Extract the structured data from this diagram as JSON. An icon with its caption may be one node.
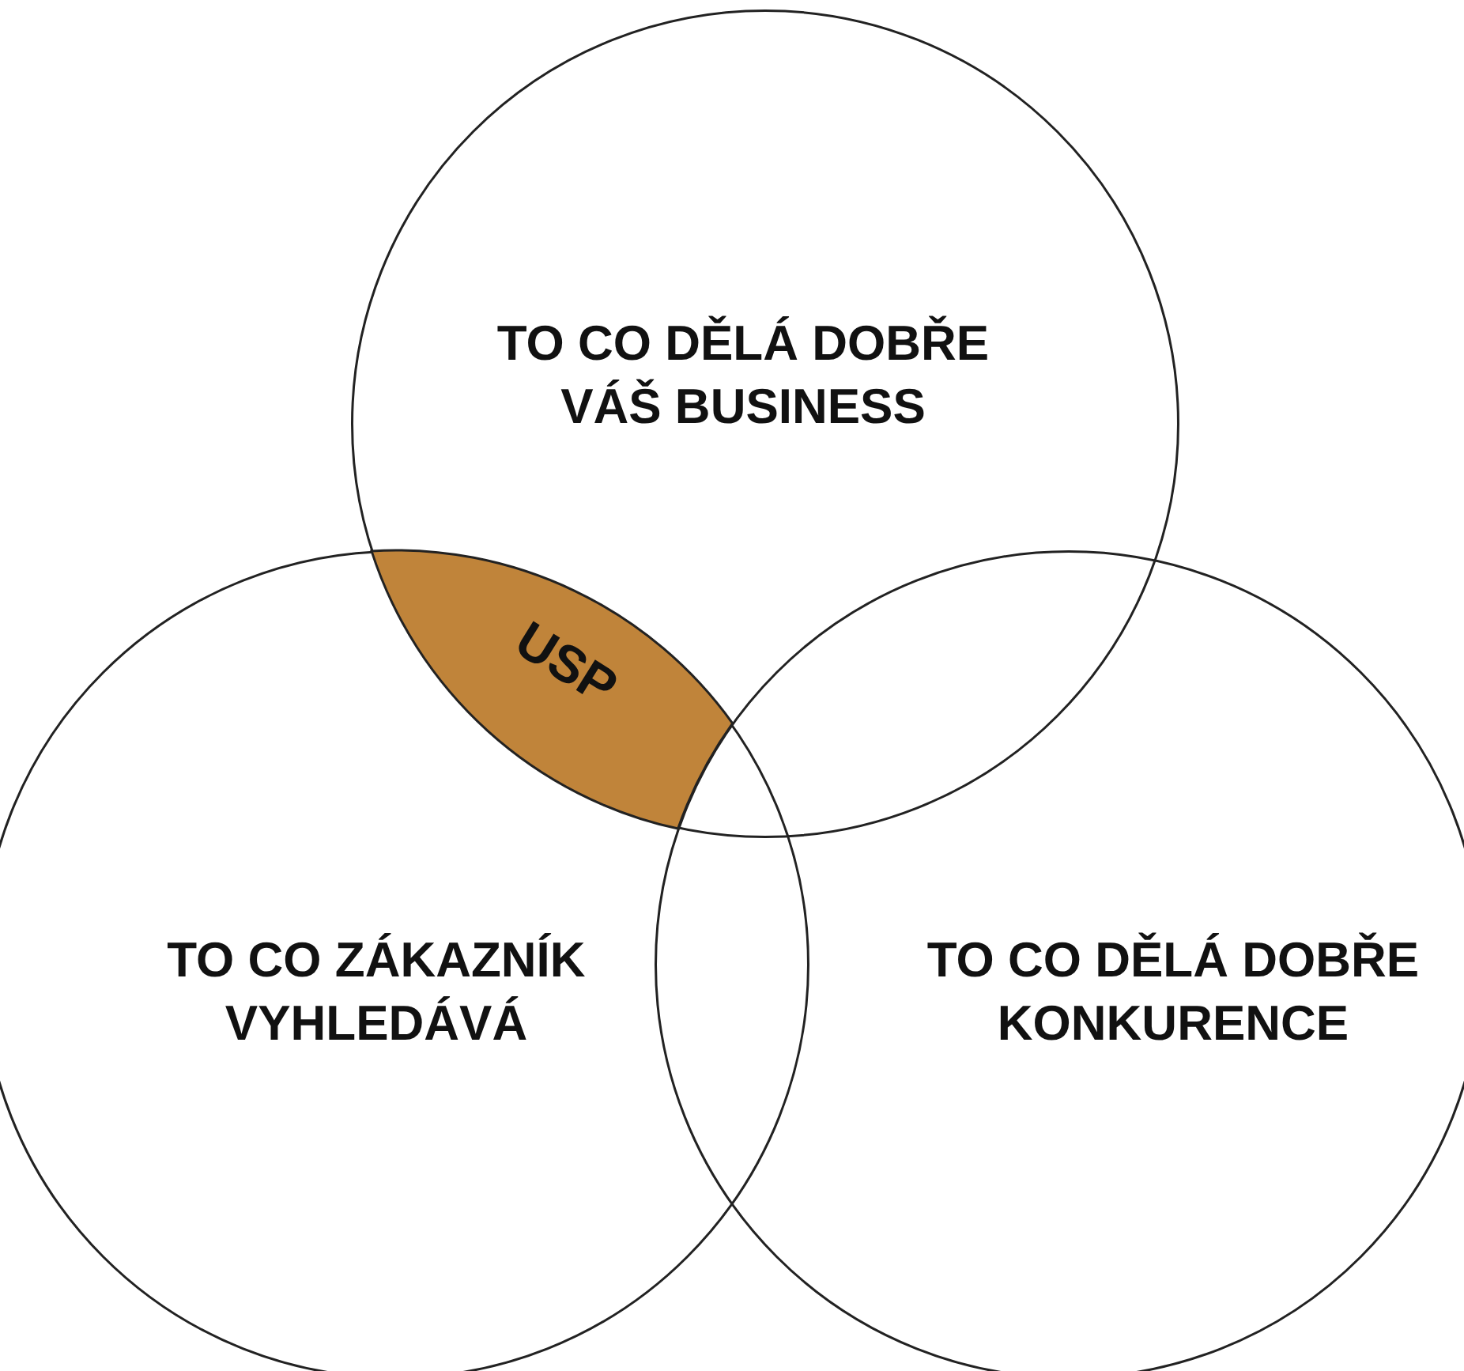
{
  "diagram": {
    "nodes": [
      {
        "text": [
          "TO CO DĚLÁ DOBŘE VÁŠ BUSINESS"
        ]
      },
      {
        "text": [
          "USP"
        ]
      },
      {
        "text": [
          "TO CO ZÁKAZNÍK VYHLEDÁVÁ"
        ]
      },
      {
        "text": [
          "TO CO DĚLÁ DOBŘE KONKURENCE"
        ]
      }
    ]
  }
}
